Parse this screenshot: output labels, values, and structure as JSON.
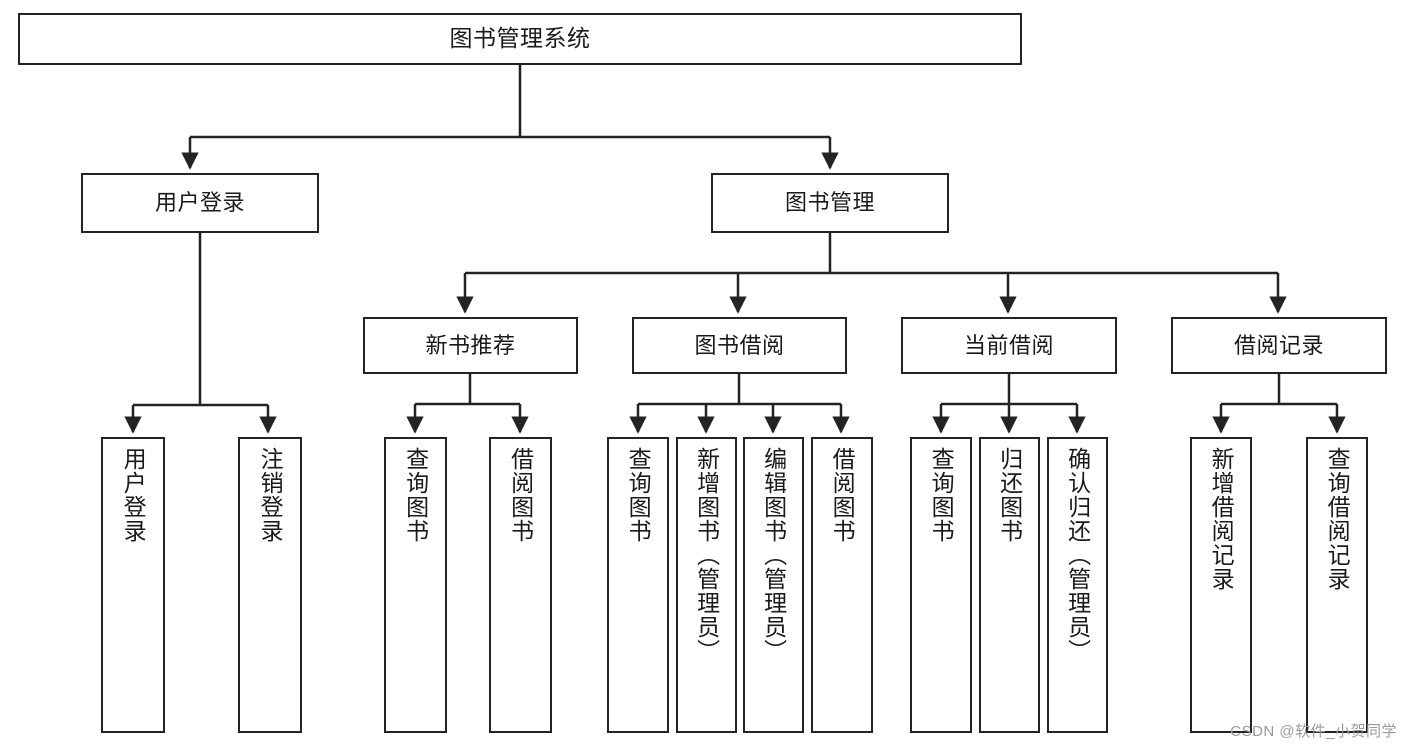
{
  "diagram": {
    "type": "tree",
    "title": "图书管理系统",
    "orientation": "top-down",
    "colors": {
      "box_border": "#232323",
      "box_fill": "#ffffff",
      "edge": "#232323",
      "text": "#1a1a1a",
      "watermark": "#9a9a9a",
      "background": "#ffffff"
    }
  },
  "nodes": {
    "root": {
      "label": "图书管理系统",
      "level": 1
    },
    "level2": [
      {
        "id": "user_login",
        "label": "用户登录"
      },
      {
        "id": "book_manage",
        "label": "图书管理"
      }
    ],
    "level3": [
      {
        "id": "new_book_rec",
        "label": "新书推荐",
        "parent": "book_manage"
      },
      {
        "id": "book_borrow",
        "label": "图书借阅",
        "parent": "book_manage"
      },
      {
        "id": "current_borrow",
        "label": "当前借阅",
        "parent": "book_manage"
      },
      {
        "id": "borrow_record",
        "label": "借阅记录",
        "parent": "book_manage"
      }
    ],
    "leaves": [
      {
        "id": "leaf_user_login",
        "label": "用户登录",
        "parent": "user_login"
      },
      {
        "id": "leaf_user_logout",
        "label": "注销登录",
        "parent": "user_login"
      },
      {
        "id": "leaf_query_book_1",
        "label": "查询图书",
        "parent": "new_book_rec"
      },
      {
        "id": "leaf_borrow_book_1",
        "label": "借阅图书",
        "parent": "new_book_rec"
      },
      {
        "id": "leaf_query_book_2",
        "label": "查询图书",
        "parent": "book_borrow"
      },
      {
        "id": "leaf_add_book",
        "label": "新增图书（管理员）",
        "parent": "book_borrow"
      },
      {
        "id": "leaf_edit_book",
        "label": "编辑图书（管理员）",
        "parent": "book_borrow"
      },
      {
        "id": "leaf_borrow_book_2",
        "label": "借阅图书",
        "parent": "book_borrow"
      },
      {
        "id": "leaf_query_book_3",
        "label": "查询图书",
        "parent": "current_borrow"
      },
      {
        "id": "leaf_return_book",
        "label": "归还图书",
        "parent": "current_borrow"
      },
      {
        "id": "leaf_confirm_return",
        "label": "确认归还（管理员）",
        "parent": "current_borrow"
      },
      {
        "id": "leaf_add_record",
        "label": "新增借阅记录",
        "parent": "borrow_record"
      },
      {
        "id": "leaf_query_record",
        "label": "查询借阅记录",
        "parent": "borrow_record"
      }
    ]
  },
  "watermark": {
    "text": "CSDN @软件_小贺同学"
  }
}
